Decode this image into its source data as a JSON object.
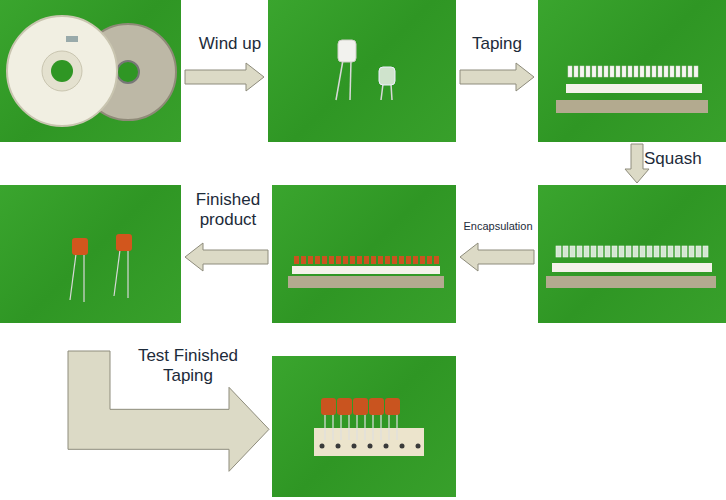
{
  "diagram": {
    "nodes": [
      {
        "text": []
      },
      {
        "text": []
      },
      {
        "text": []
      },
      {
        "text": []
      },
      {
        "text": []
      },
      {
        "text": []
      },
      {
        "text": []
      }
    ],
    "edges": [
      {
        "from": 0,
        "to": 1,
        "label": "Wind up",
        "arrow": "to"
      },
      {
        "from": 1,
        "to": 2,
        "label": "Taping",
        "arrow": "to"
      },
      {
        "from": 2,
        "to": 5,
        "label": "Squash",
        "arrow": "to"
      },
      {
        "from": 5,
        "to": 4,
        "label": "Encapsulation",
        "arrow": "to"
      },
      {
        "from": 4,
        "to": 3,
        "label": "Finished product",
        "arrow": "to"
      },
      {
        "from": 3,
        "to": 6,
        "label": "Test Finished Taping",
        "arrow": "to"
      }
    ]
  }
}
